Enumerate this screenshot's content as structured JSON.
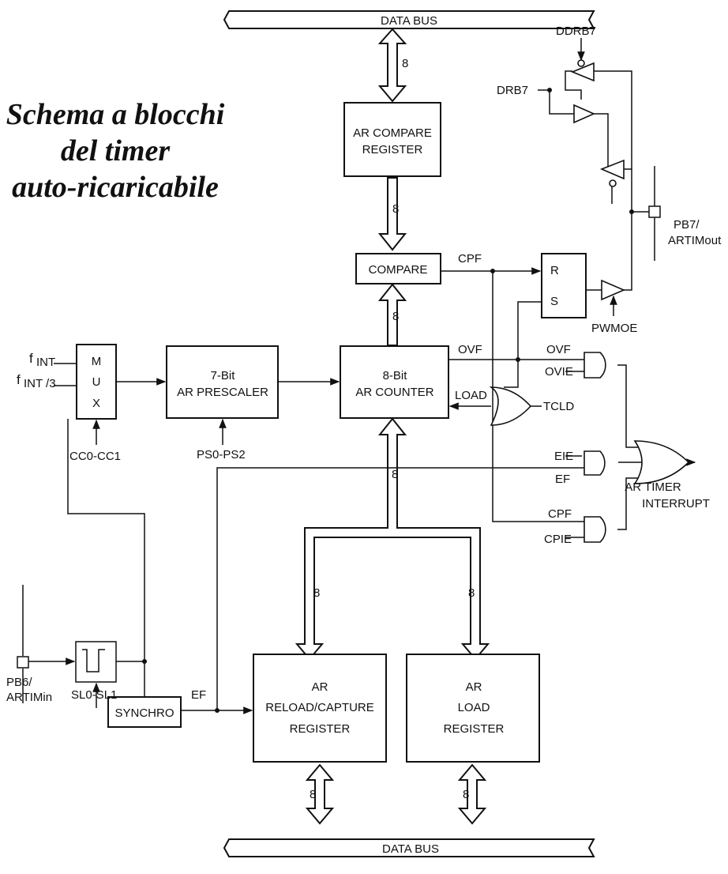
{
  "title": {
    "line1": "Schema a blocchi",
    "line2": "del timer",
    "line3": "auto-ricaricabile"
  },
  "buses": {
    "top": "DATA BUS",
    "bottom": "DATA BUS",
    "width_label": "8"
  },
  "blocks": {
    "ar_compare_register": {
      "line1": "AR COMPARE",
      "line2": "REGISTER"
    },
    "compare": "COMPARE",
    "ar_counter": {
      "line1": "8-Bit",
      "line2": "AR COUNTER"
    },
    "ar_prescaler": {
      "line1": "7-Bit",
      "line2": "AR PRESCALER"
    },
    "mux": {
      "line1": "M",
      "line2": "U",
      "line3": "X"
    },
    "rs_flipflop": {
      "r": "R",
      "s": "S"
    },
    "synchro": "SYNCHRO",
    "reload_capture": {
      "line1": "AR",
      "line2": "RELOAD/CAPTURE",
      "line3": "REGISTER"
    },
    "load_register": {
      "line1": "AR",
      "line2": "LOAD",
      "line3": "REGISTER"
    }
  },
  "signals": {
    "f_int": "f",
    "f_int_sub": "INT",
    "f_int3": "f",
    "f_int3_sub": "INT /3",
    "cc": "CC0-CC1",
    "ps": "PS0-PS2",
    "cpf": "CPF",
    "ovf": "OVF",
    "load": "LOAD",
    "tcld": "TCLD",
    "ovf_gate": "OVF",
    "ovie": "OVIE",
    "eie": "EIE",
    "ef_gate": "EF",
    "cpf_gate": "CPF",
    "cpie": "CPIE",
    "ar_timer_interrupt": {
      "line1": "AR TIMER",
      "line2": "INTERRUPT"
    },
    "ddrb7": "DDRB7",
    "drb7": "DRB7",
    "pwmoe": "PWMOE",
    "pb7": {
      "line1": "PB7/",
      "line2": "ARTIMout"
    },
    "pb6": {
      "line1": "PB6/",
      "line2": "ARTIMin"
    },
    "sl": "SL0-SL1",
    "ef_synchro": "EF"
  }
}
